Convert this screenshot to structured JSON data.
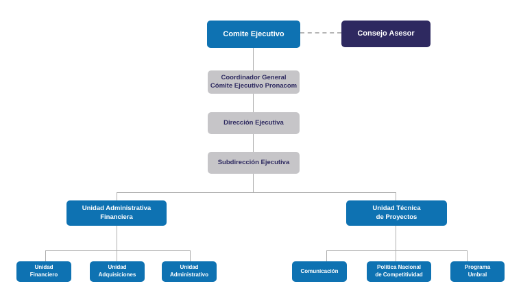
{
  "org": {
    "comite_ejecutivo": {
      "label": "Comite Ejecutivo"
    },
    "consejo_asesor": {
      "label": "Consejo Asesor"
    },
    "coordinador_general": {
      "line1": "Coordinador General",
      "line2": "Cómite Ejecutivo Pronacom"
    },
    "direccion_ejecutiva": {
      "label": "Dirección Ejecutiva"
    },
    "subdireccion_ejecutiva": {
      "label": "Subdirección Ejecutiva"
    },
    "unidad_administrativa_financiera": {
      "line1": "Unidad Administrativa",
      "line2": "Financiera"
    },
    "unidad_tecnica_proyectos": {
      "line1": "Unidad Técnica",
      "line2": "de Proyectos"
    },
    "unidad_financiero": {
      "line1": "Unidad",
      "line2": "Financiero"
    },
    "unidad_adquisiciones": {
      "line1": "Unidad",
      "line2": "Adquisiciones"
    },
    "unidad_administrativo": {
      "line1": "Unidad",
      "line2": "Administrativo"
    },
    "comunicacion": {
      "label": "Comunicación"
    },
    "politica_nacional_competitividad": {
      "line1": "Política Nacional",
      "line2": "de Competitividad"
    },
    "programa_umbral": {
      "line1": "Programa",
      "line2": "Umbral"
    }
  },
  "colors": {
    "primary_blue": "#0e72b2",
    "dark_indigo": "#2e2960",
    "gray_box": "#c6c5c8",
    "gray_box_text": "#2e2a60",
    "connector_gray": "#aeaeae"
  }
}
